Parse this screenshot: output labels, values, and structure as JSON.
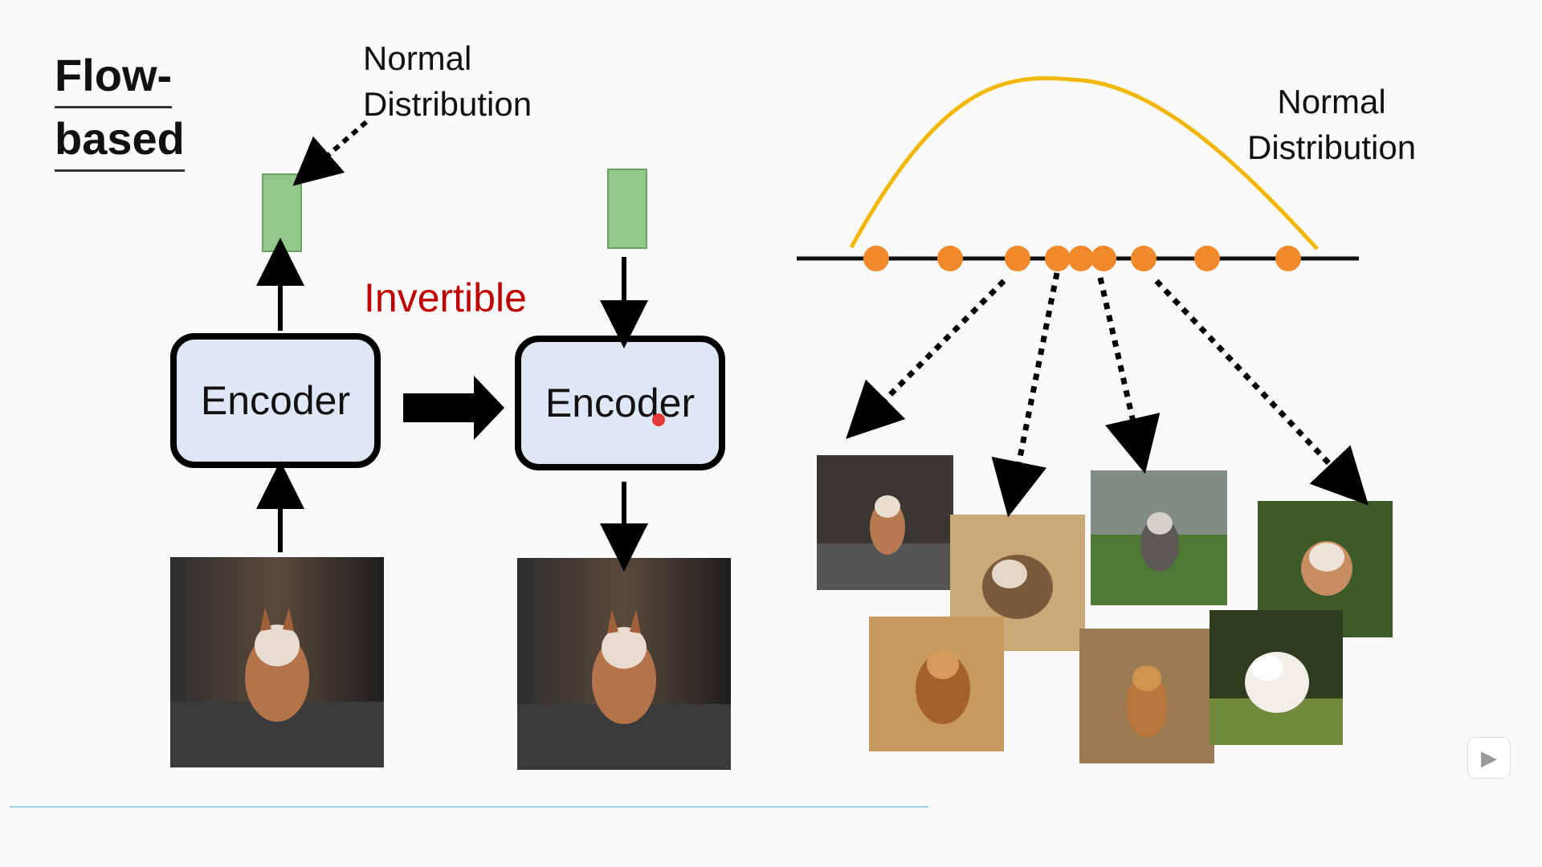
{
  "title": {
    "line1": "Flow-",
    "line2": "based"
  },
  "top_label": {
    "line1": "Normal",
    "line2": "Distribution"
  },
  "right_label": {
    "line1": "Normal",
    "line2": "Distribution"
  },
  "invertible": "Invertible",
  "encoder_left": "Encoder",
  "encoder_right": "Encoder",
  "colors": {
    "accent_red": "#c00000",
    "encoder_fill": "#dde7f5",
    "latent_fill": "#92c98a",
    "curve": "#f2b705",
    "points": "#f0892b"
  },
  "icons": {
    "player": "play-icon"
  }
}
